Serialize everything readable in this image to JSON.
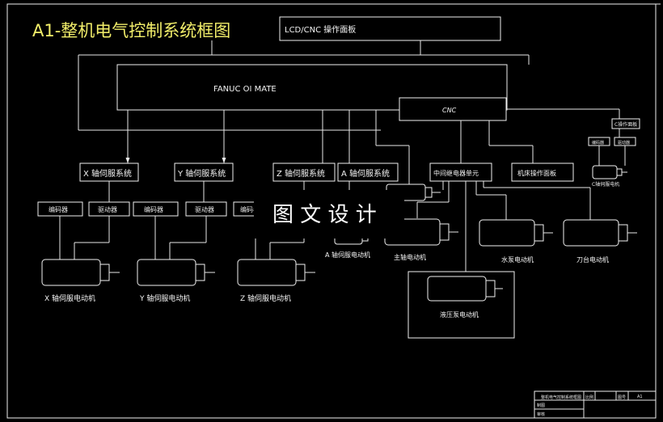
{
  "title": "A1-整机电气控制系统框图",
  "lcd_panel": "LCD/CNC 操作面板",
  "fanuc": "FANUC OI MATE",
  "cnc": "CNC",
  "c_panel": "C操作面板",
  "c_small_1": "编码器",
  "c_small_2": "驱动器",
  "c_motor": "C轴伺服电机",
  "servo": {
    "x": "X 轴伺服系统",
    "y": "Y 轴伺服系统",
    "z": "Z 轴伺服系统",
    "a": "A 轴伺服系统"
  },
  "relay_unit": "中间继电器单元",
  "machine_panel": "机床操作面板",
  "encoder": "编码器",
  "driver": "驱动器",
  "motors": {
    "x": "X 轴伺服电动机",
    "y": "Y 轴伺服电动机",
    "z": "Z 轴伺服电动机",
    "a": "A 轴伺服电动机",
    "spindle": "主轴电动机",
    "coolant": "水泵电动机",
    "turret": "刀台电动机",
    "hydraulic": "液压泵电动机"
  },
  "watermark": "图 文 设 计",
  "title_block": {
    "name": "整机电气控制系统框图",
    "c1": "比例",
    "c2": "图号",
    "c3": "A1",
    "r2": "制图",
    "r3": "审核"
  },
  "colors": {
    "background": "#000000",
    "lines": "#f0f0f0",
    "title": "#f2ee6a"
  }
}
